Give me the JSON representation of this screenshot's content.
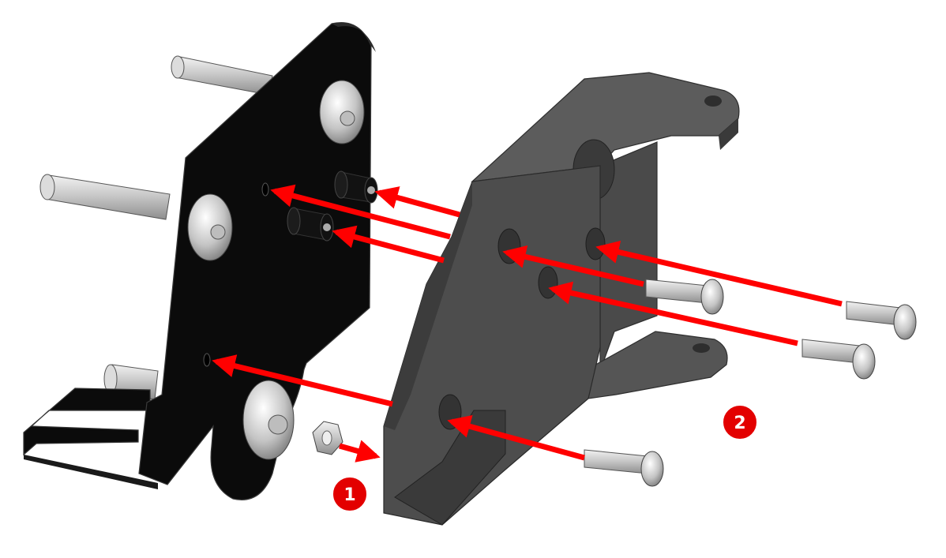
{
  "steps": [
    {
      "label": "1"
    },
    {
      "label": "2"
    }
  ],
  "colors": {
    "background": "#ffffff",
    "back_plate": "#0b0b0b",
    "bracket": "#4a4a4a",
    "bracket_light": "#5c5c5c",
    "bracket_dark": "#3a3a3a",
    "arrow": "#ff0000",
    "badge_fill": "#e30000",
    "badge_text": "#ffffff",
    "metal": "#c8c8c8"
  },
  "icons": {
    "arrow": "red-assembly-arrow",
    "screw": "button-head-screw",
    "nut": "hex-nut",
    "standoff": "spacer-standoff",
    "rod": "steel-rod"
  }
}
